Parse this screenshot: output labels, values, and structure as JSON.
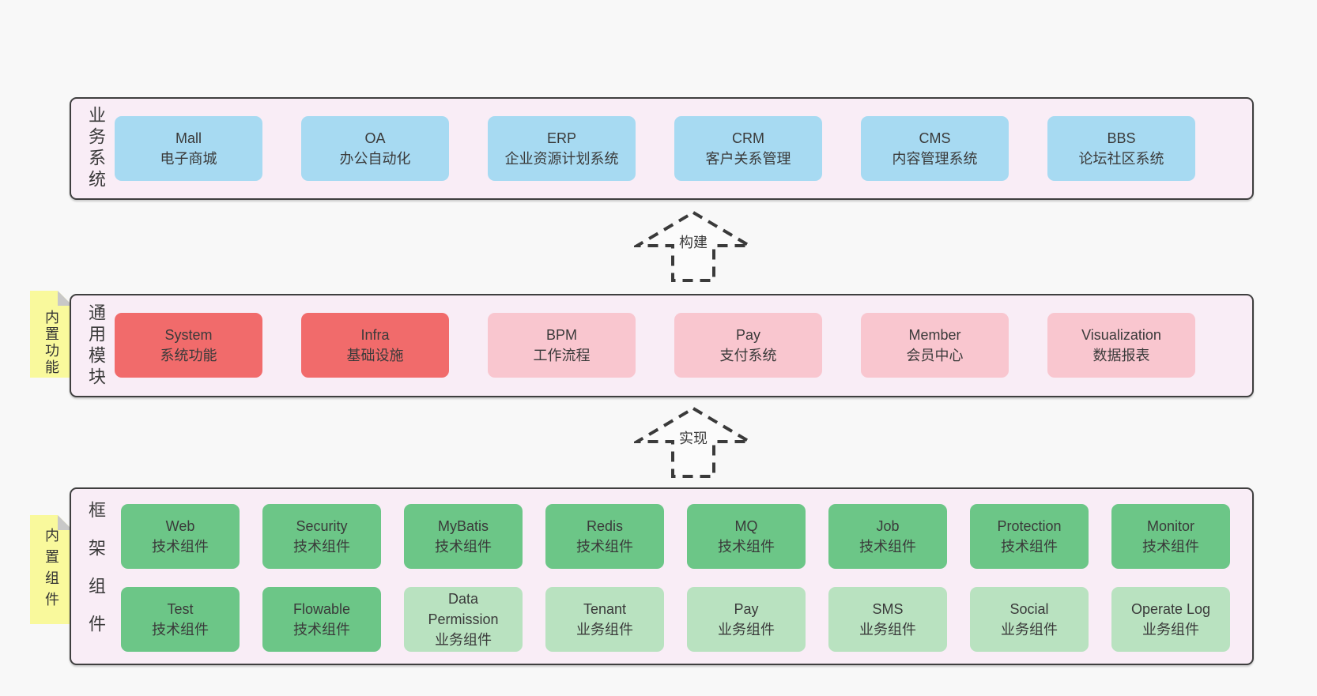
{
  "palette": {
    "page_bg": "#f8f8f8",
    "container_bg": "#f9edf6",
    "container_border": "#3f3f3f",
    "blue": "#a7daf2",
    "red": "#f16b6b",
    "pink": "#f9c6cf",
    "green": "#6cc687",
    "light_green": "#b9e2c0",
    "yellow_note": "#f9f99c",
    "fold": "#c8c8c8",
    "text": "#3a3a3a"
  },
  "layers": {
    "business": {
      "label": "业务系统",
      "boxes": [
        {
          "en": "Mall",
          "zh": "电子商城",
          "color": "blue"
        },
        {
          "en": "OA",
          "zh": "办公自动化",
          "color": "blue"
        },
        {
          "en": "ERP",
          "zh": "企业资源计划系统",
          "color": "blue"
        },
        {
          "en": "CRM",
          "zh": "客户关系管理",
          "color": "blue"
        },
        {
          "en": "CMS",
          "zh": "内容管理系统",
          "color": "blue"
        },
        {
          "en": "BBS",
          "zh": "论坛社区系统",
          "color": "blue"
        }
      ]
    },
    "modules": {
      "label": "通用模块",
      "note": "内置功能",
      "boxes": [
        {
          "en": "System",
          "zh": "系统功能",
          "color": "red"
        },
        {
          "en": "Infra",
          "zh": "基础设施",
          "color": "red"
        },
        {
          "en": "BPM",
          "zh": "工作流程",
          "color": "pink"
        },
        {
          "en": "Pay",
          "zh": "支付系统",
          "color": "pink"
        },
        {
          "en": "Member",
          "zh": "会员中心",
          "color": "pink"
        },
        {
          "en": "Visualization",
          "zh": "数据报表",
          "color": "pink"
        }
      ]
    },
    "components": {
      "label": "框架组件",
      "note": "内置组件",
      "row1": [
        {
          "en": "Web",
          "zh": "技术组件",
          "color": "green"
        },
        {
          "en": "Security",
          "zh": "技术组件",
          "color": "green"
        },
        {
          "en": "MyBatis",
          "zh": "技术组件",
          "color": "green"
        },
        {
          "en": "Redis",
          "zh": "技术组件",
          "color": "green"
        },
        {
          "en": "MQ",
          "zh": "技术组件",
          "color": "green"
        },
        {
          "en": "Job",
          "zh": "技术组件",
          "color": "green"
        },
        {
          "en": "Protection",
          "zh": "技术组件",
          "color": "green"
        },
        {
          "en": "Monitor",
          "zh": "技术组件",
          "color": "green"
        }
      ],
      "row2": [
        {
          "en": "Test",
          "zh": "技术组件",
          "color": "green"
        },
        {
          "en": "Flowable",
          "zh": "技术组件",
          "color": "green"
        },
        {
          "en": "Data\nPermission",
          "zh": "业务组件",
          "color": "light_green"
        },
        {
          "en": "Tenant",
          "zh": "业务组件",
          "color": "light_green"
        },
        {
          "en": "Pay",
          "zh": "业务组件",
          "color": "light_green"
        },
        {
          "en": "SMS",
          "zh": "业务组件",
          "color": "light_green"
        },
        {
          "en": "Social",
          "zh": "业务组件",
          "color": "light_green"
        },
        {
          "en": "Operate Log",
          "zh": "业务组件",
          "color": "light_green"
        }
      ]
    }
  },
  "arrows": {
    "build": "构建",
    "implement": "实现"
  }
}
